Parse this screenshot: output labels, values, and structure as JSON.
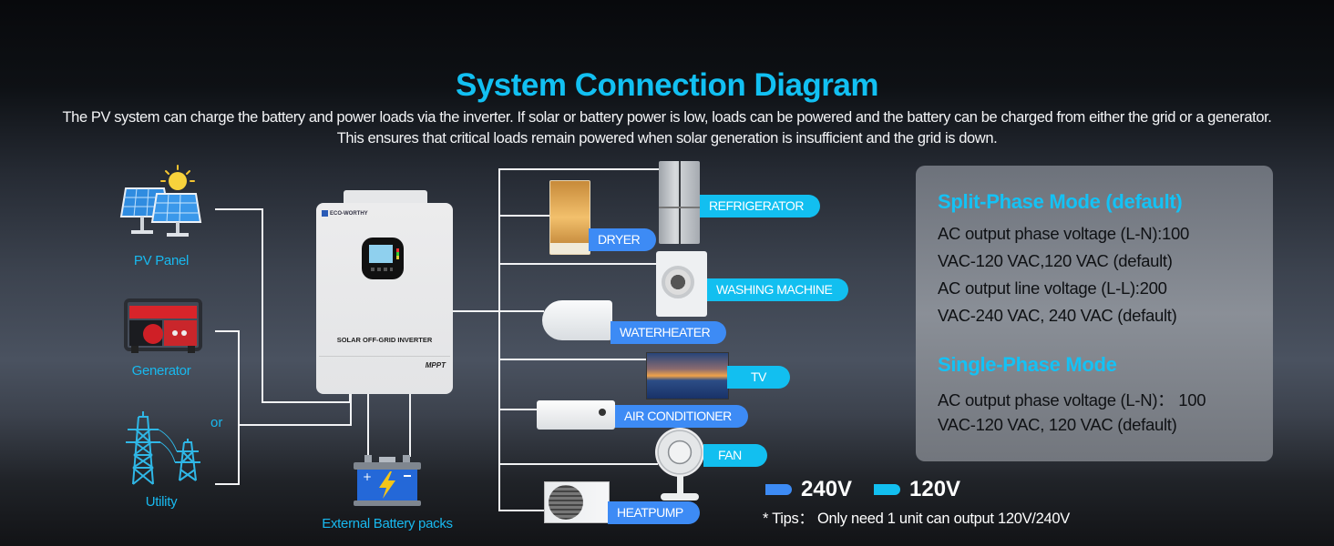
{
  "header": {
    "title": "System Connection Diagram",
    "description": "The PV system can charge the battery and power loads via the inverter. If solar or battery power is low, loads can be powered and the battery can be charged from either the grid or a generator. This ensures that critical loads remain powered when solar generation is insufficient and the grid is down."
  },
  "sources": {
    "pv_panel": "PV Panel",
    "generator": "Generator",
    "or_label": "or",
    "utility": "Utility"
  },
  "inverter": {
    "brand": "ECO-WORTHY",
    "model_label": "SOLAR OFF-GRID INVERTER",
    "badge": "MPPT"
  },
  "battery": {
    "label": "External Battery packs"
  },
  "loads": [
    {
      "label": "REFRIGERATOR",
      "voltage": "120V"
    },
    {
      "label": "DRYER",
      "voltage": "240V"
    },
    {
      "label": "WASHING MACHINE",
      "voltage": "120V"
    },
    {
      "label": "WATERHEATER",
      "voltage": "240V"
    },
    {
      "label": "TV",
      "voltage": "120V"
    },
    {
      "label": "AIR CONDITIONER",
      "voltage": "240V"
    },
    {
      "label": "FAN",
      "voltage": "120V"
    },
    {
      "label": "HEATPUMP",
      "voltage": "240V"
    }
  ],
  "legend": {
    "items": [
      {
        "label": "240V",
        "color": "#3d8bf5"
      },
      {
        "label": "120V",
        "color": "#12bff0"
      }
    ],
    "tips": "* Tips： Only need 1 unit can output 120V/240V"
  },
  "modes_panel": {
    "split_phase": {
      "title": "Split-Phase Mode (default)",
      "lines": [
        "AC output phase voltage (L-N):100",
        "VAC-120 VAC,120 VAC (default)",
        "AC output line voltage (L-L):200",
        "VAC-240 VAC, 240 VAC (default)"
      ]
    },
    "single_phase": {
      "title": "Single-Phase Mode",
      "lines": [
        "AC output phase voltage (L-N)： 100",
        "VAC-120 VAC, 120 VAC (default)"
      ]
    }
  },
  "colors": {
    "accent": "#12c0f2",
    "v240": "#3d8bf5",
    "v120": "#12bff0"
  }
}
